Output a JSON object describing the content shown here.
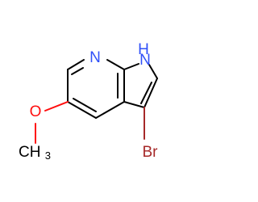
{
  "molecule": {
    "atoms": {
      "pyridine_n": "N",
      "pyrrole_nh": "H",
      "pyrrole_n": "N",
      "oxygen": "O",
      "methyl_c": "CH",
      "methyl_h_count": "3",
      "bromine": "Br"
    }
  },
  "colors": {
    "nitrogen": "#3050f8",
    "oxygen": "#ff0d0d",
    "bromine": "#a62929",
    "bond": "#000000",
    "background": "#ffffff"
  }
}
